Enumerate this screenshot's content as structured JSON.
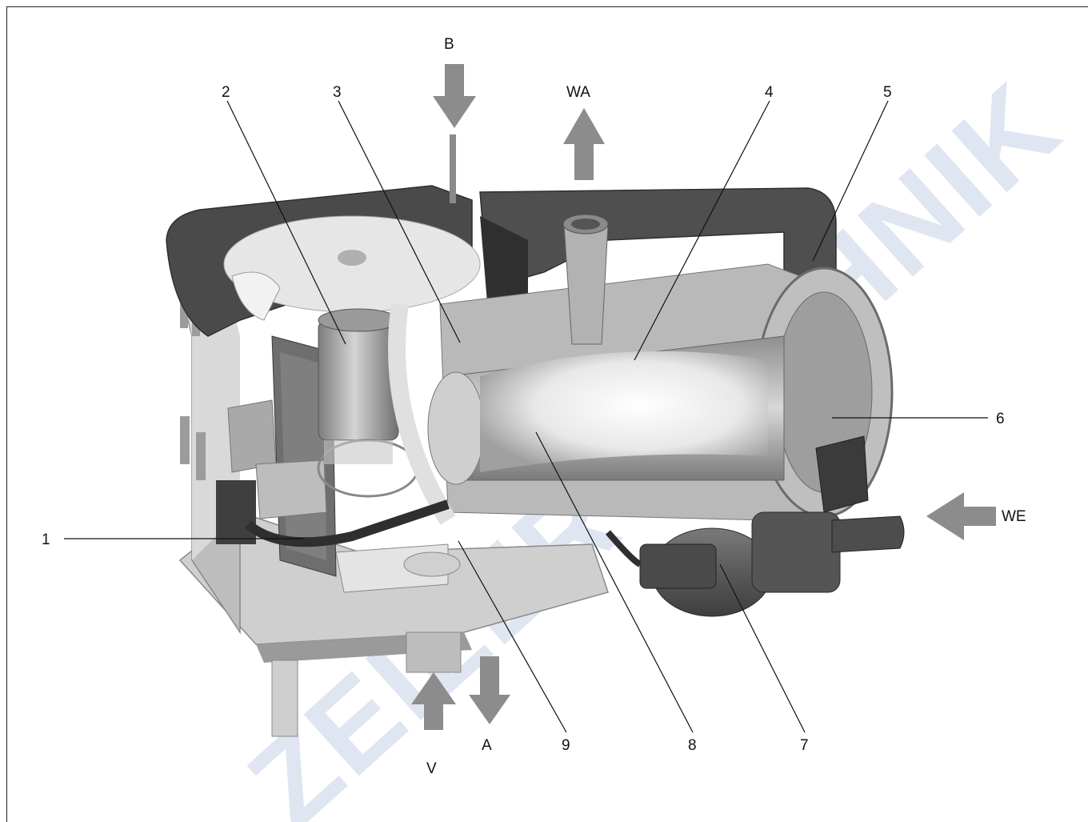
{
  "watermark": "ZEILER TECHNIK",
  "labels": {
    "n1": "1",
    "n2": "2",
    "n3": "3",
    "n4": "4",
    "n5": "5",
    "n6": "6",
    "n7": "7",
    "n8": "8",
    "n9": "9",
    "B": "B",
    "WA": "WA",
    "WE": "WE",
    "V": "V",
    "A": "A"
  },
  "colors": {
    "housing_dark": "#4a4a4a",
    "housing_light": "#c9c9c9",
    "metal": "#a8a8a8",
    "pump": "#5a5a5a",
    "arrow": "#8c8c8c",
    "watermark": "#dfe6f1"
  }
}
